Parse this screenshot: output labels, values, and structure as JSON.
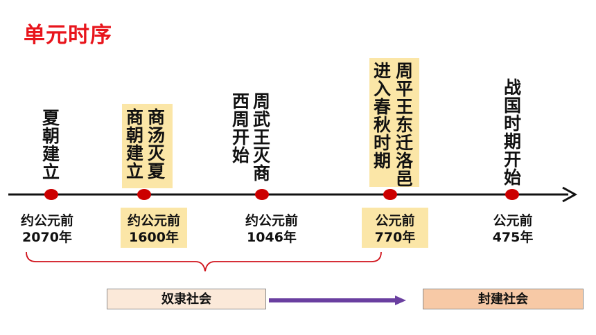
{
  "title": "单元时序",
  "events": [
    {
      "cols": [
        "夏朝建立"
      ],
      "date_line1": "约公元前",
      "date_line2": "2070年"
    },
    {
      "cols": [
        "商汤灭夏",
        "商朝建立"
      ],
      "date_line1": "约公元前",
      "date_line2": "1600年"
    },
    {
      "cols": [
        "周武王灭商",
        "西周开始"
      ],
      "date_line1": "约公元前",
      "date_line2": "1046年"
    },
    {
      "cols": [
        "周平王东迁洛邑",
        "进入春秋时期"
      ],
      "date_line1": "公元前",
      "date_line2": "770年"
    },
    {
      "cols": [
        "战国时期开始"
      ],
      "date_line1": "公元前",
      "date_line2": "475年"
    }
  ],
  "societies": {
    "slave": "奴隶社会",
    "feudal": "封建社会"
  },
  "colors": {
    "title": "#e8151c",
    "marker": "#cc0000",
    "highlight": "#fbe6a7",
    "arrow": "#6a3fa0",
    "brace": "#d0121b"
  }
}
